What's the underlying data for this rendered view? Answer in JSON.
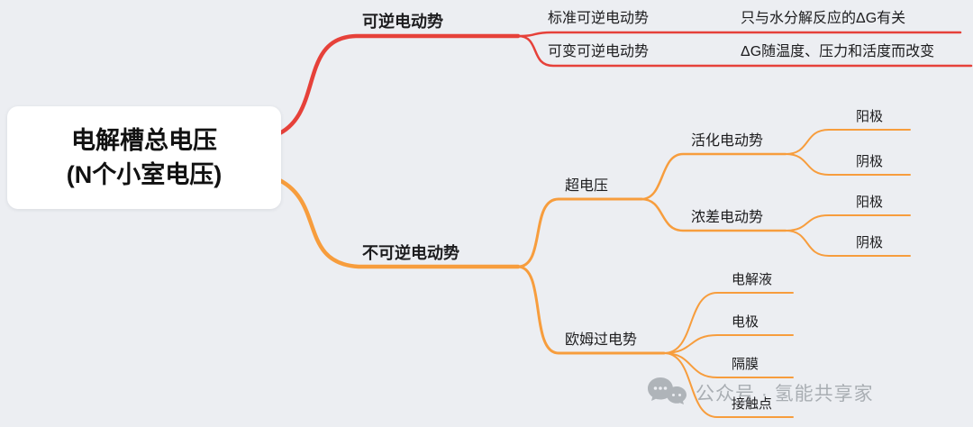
{
  "root": {
    "line1": "电解槽总电压",
    "line2": "(N个小室电压)"
  },
  "branches": {
    "reversible": {
      "label": "可逆电动势",
      "children": [
        {
          "label": "标准可逆电动势",
          "detail": "只与水分解反应的ΔG有关"
        },
        {
          "label": "可变可逆电动势",
          "detail": "ΔG随温度、压力和活度而改变"
        }
      ]
    },
    "irreversible": {
      "label": "不可逆电动势",
      "children": [
        {
          "label": "超电压",
          "children": [
            {
              "label": "活化电动势",
              "children": [
                {
                  "label": "阳极"
                },
                {
                  "label": "阴极"
                }
              ]
            },
            {
              "label": "浓差电动势",
              "children": [
                {
                  "label": "阳极"
                },
                {
                  "label": "阴极"
                }
              ]
            }
          ]
        },
        {
          "label": "欧姆过电势",
          "children": [
            {
              "label": "电解液"
            },
            {
              "label": "电极"
            },
            {
              "label": "隔膜"
            },
            {
              "label": "接触点"
            }
          ]
        }
      ]
    }
  },
  "watermark": {
    "text": "公众号 · 氢能共享家"
  },
  "colors": {
    "background": "#eceef2",
    "root_bg": "#ffffff",
    "text": "#1c1c1e",
    "reversible_branch": "#e6413a",
    "irreversible_branch": "#f79d3d",
    "watermark": "#81878d"
  }
}
